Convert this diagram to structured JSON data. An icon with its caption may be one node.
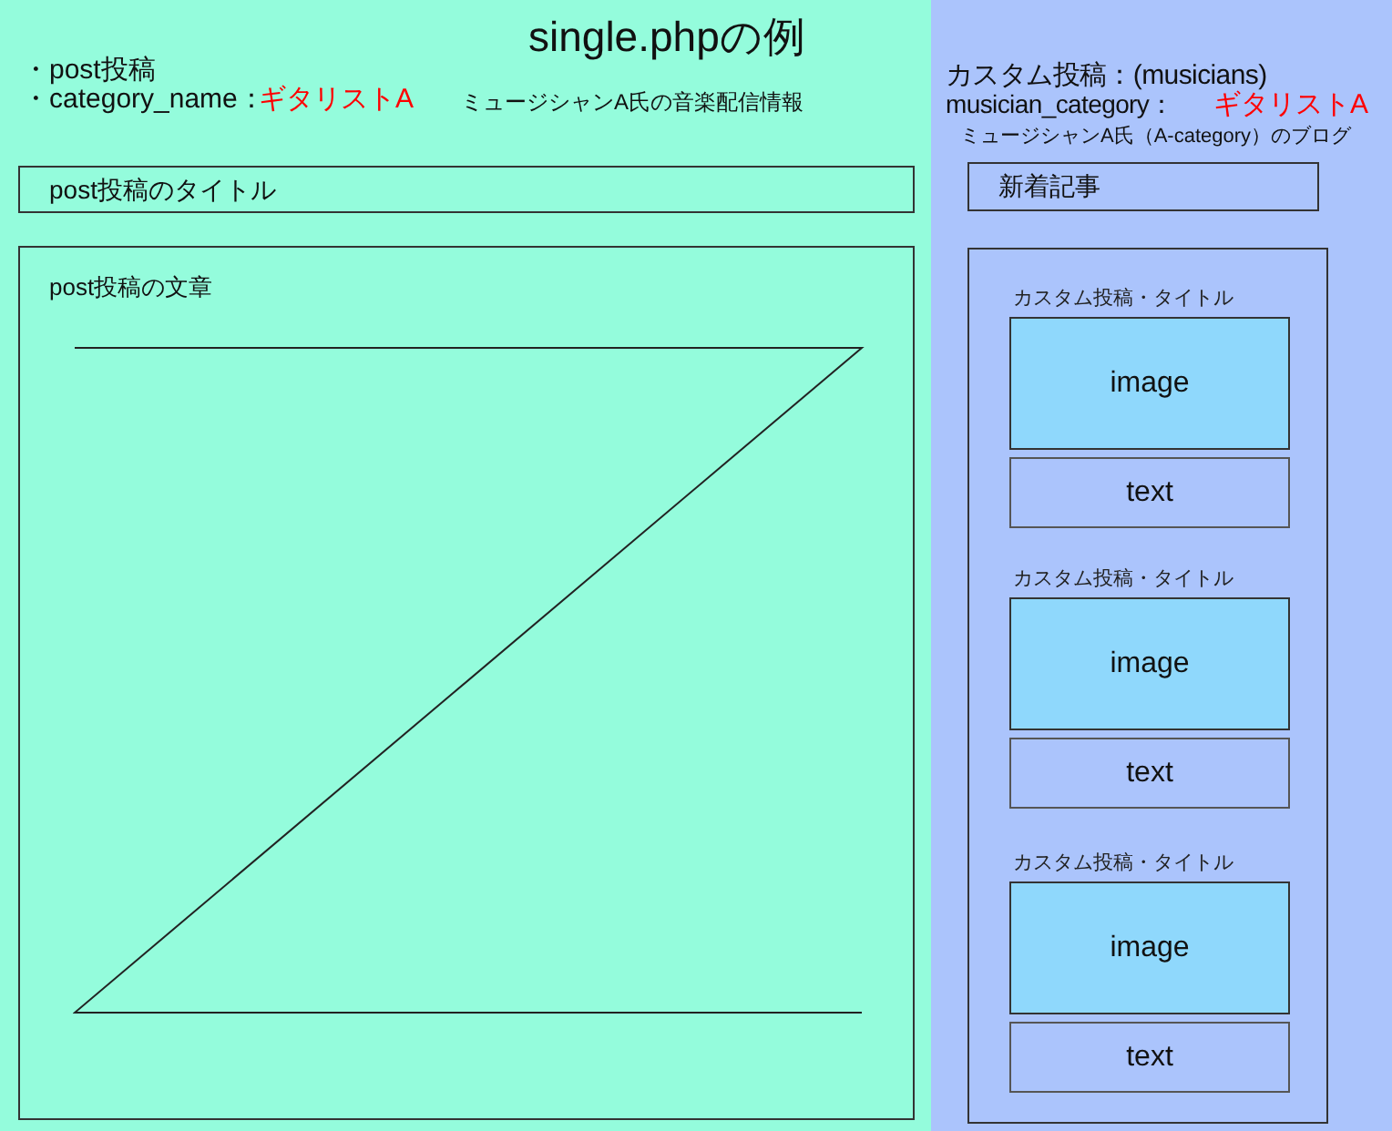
{
  "diagram": {
    "title": "single.phpの例",
    "nodes": [
      {
        "text": [
          "post投稿のタイトル"
        ]
      },
      {
        "text": [
          "post投稿の文章"
        ]
      },
      {
        "text": [
          "新着記事"
        ]
      },
      {
        "text": [],
        "shape": "box"
      },
      {
        "text": [
          "image"
        ],
        "in": 3,
        "beside": [
          "カスタム投稿・タイトル"
        ]
      },
      {
        "text": [
          "text"
        ],
        "in": 3
      },
      {
        "text": [
          "image"
        ],
        "in": 3,
        "beside": [
          "カスタム投稿・タイトル"
        ]
      },
      {
        "text": [
          "text"
        ],
        "in": 3
      },
      {
        "text": [
          "image"
        ],
        "in": 3,
        "beside": [
          "カスタム投稿・タイトル"
        ]
      },
      {
        "text": [
          "text"
        ],
        "in": 3
      }
    ],
    "edges": [],
    "labels": [
      "・post投稿",
      "・category_name：",
      "ギタリストA",
      "ミュージシャンA氏の音楽配信情報",
      "カスタム投稿：(musicians)",
      "musician_category：",
      "ギタリストA",
      "ミュージシャンA氏（A-category）のブログ"
    ]
  }
}
